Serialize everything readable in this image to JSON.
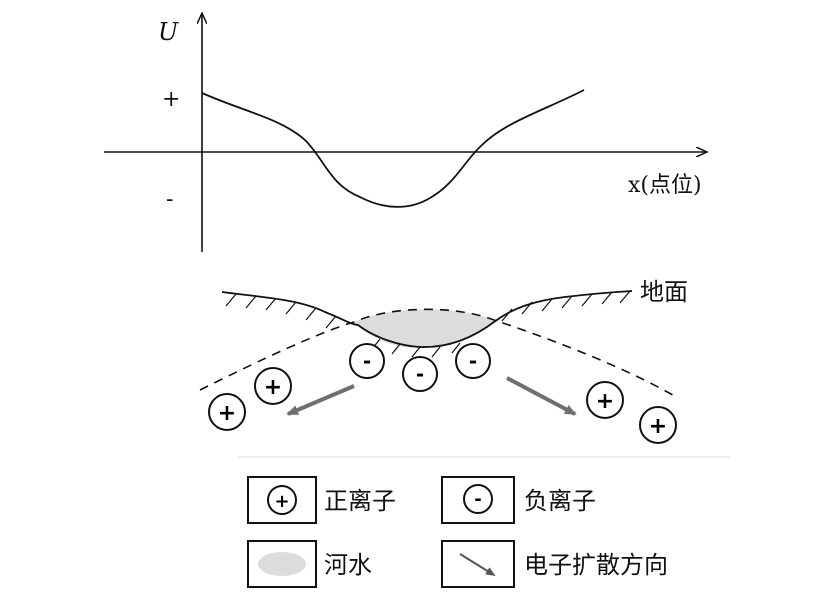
{
  "top_graph": {
    "y_label": "U",
    "plus": "+",
    "minus": "-",
    "x_label": "x(点位)"
  },
  "cross_section": {
    "ground_label": "地面",
    "negative_ions": [
      "-",
      "-",
      "-"
    ],
    "positive_ions": [
      "+",
      "+",
      "+",
      "+"
    ]
  },
  "legend": {
    "positive_ion": {
      "symbol": "+",
      "label": "正离子"
    },
    "negative_ion": {
      "symbol": "-",
      "label": "负离子"
    },
    "river_water": {
      "label": "河水"
    },
    "electron_diffusion": {
      "label": "电子扩散方向"
    }
  },
  "colors": {
    "river": "#dcdcdc",
    "arrow": "#6f6f6f",
    "line": "#111111"
  }
}
